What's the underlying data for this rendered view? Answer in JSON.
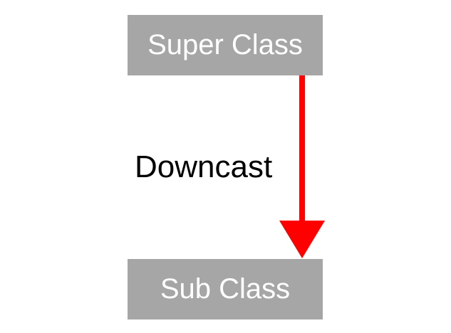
{
  "diagram": {
    "nodes": {
      "super": {
        "label": "Super Class"
      },
      "sub": {
        "label": "Sub Class"
      }
    },
    "edge": {
      "from": "super",
      "to": "sub",
      "label": "Downcast"
    }
  },
  "colors": {
    "node_fill": "#a6a6a6",
    "node_text": "#ffffff",
    "arrow": "#ff0000",
    "edge_label": "#000000",
    "background": "#ffffff"
  }
}
